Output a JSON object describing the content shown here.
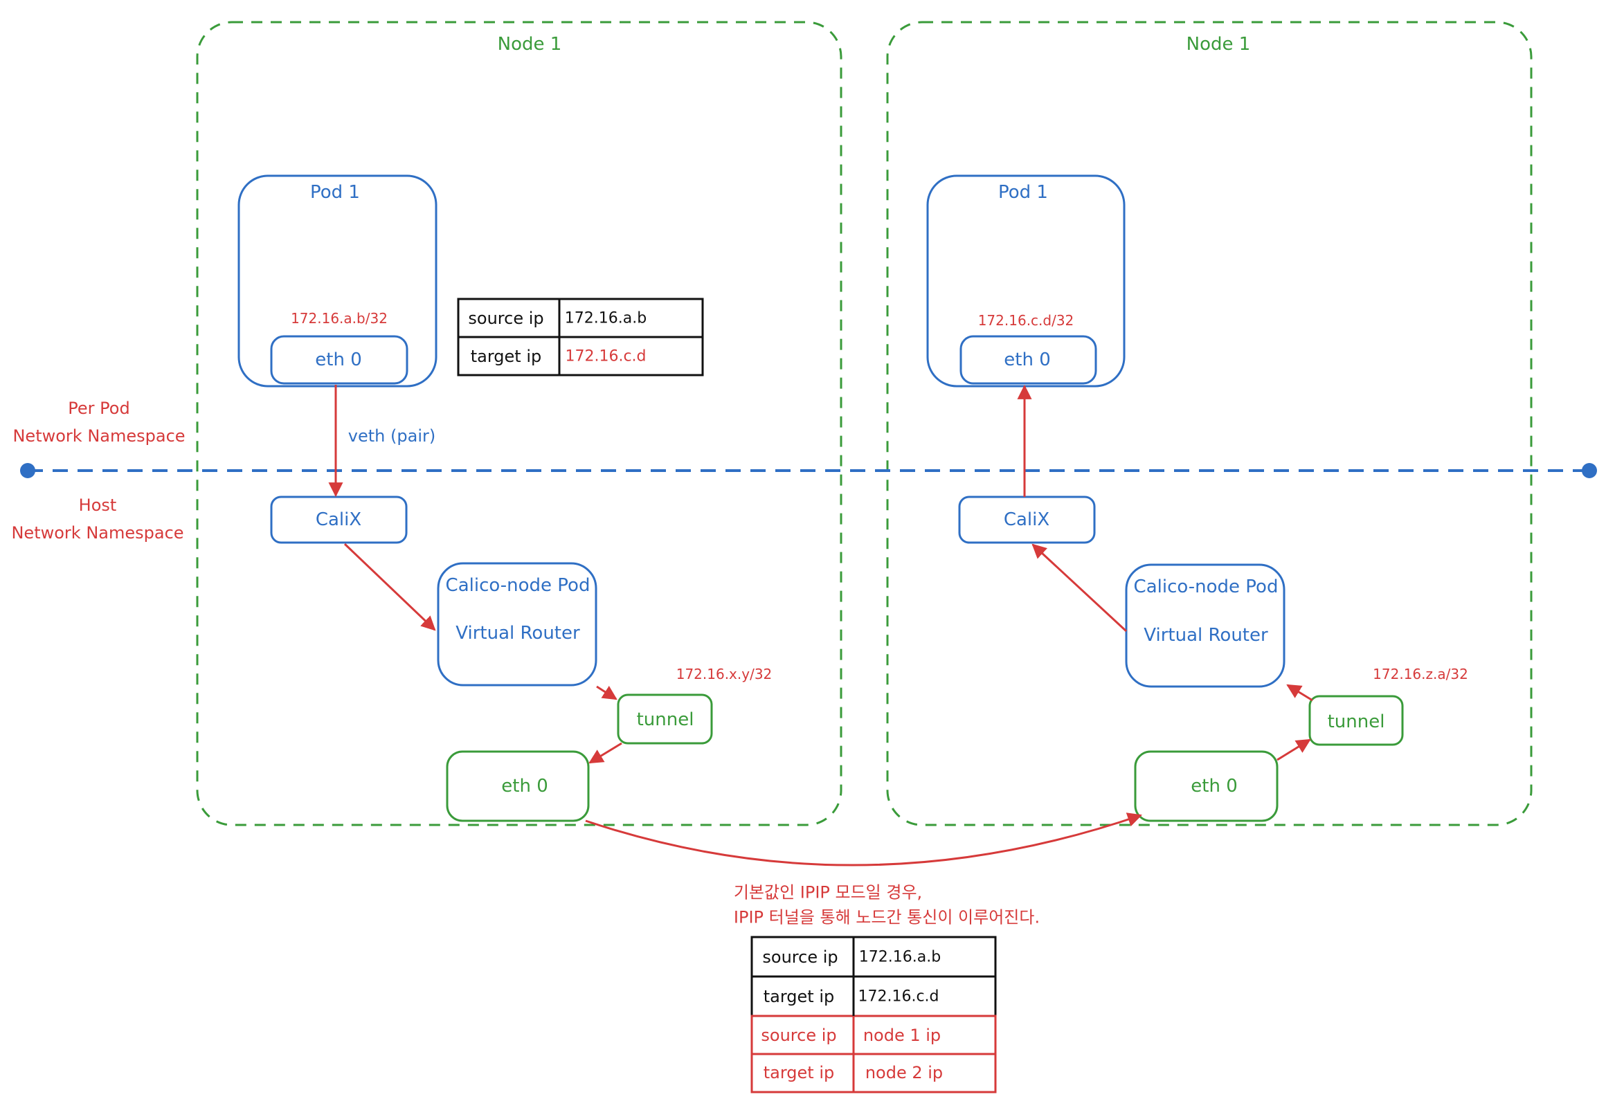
{
  "node_left": {
    "title": "Node 1"
  },
  "node_right": {
    "title": "Node 1"
  },
  "namespace_labels": {
    "per_pod_line1": "Per Pod",
    "per_pod_line2": "Network Namespace",
    "host_line1": "Host",
    "host_line2": "Network Namespace"
  },
  "left": {
    "pod_title": "Pod 1",
    "pod_ip": "172.16.a.b/32",
    "eth0": "eth 0",
    "veth": "veth (pair)",
    "calix": "CaliX",
    "calico_line1": "Calico-node Pod",
    "calico_line2": "Virtual Router",
    "tunnel_ip": "172.16.x.y/32",
    "tunnel": "tunnel",
    "host_eth0": "eth 0"
  },
  "right": {
    "pod_title": "Pod 1",
    "pod_ip": "172.16.c.d/32",
    "eth0": "eth 0",
    "calix": "CaliX",
    "calico_line1": "Calico-node Pod",
    "calico_line2": "Virtual Router",
    "tunnel_ip": "172.16.z.a/32",
    "tunnel": "tunnel",
    "host_eth0": "eth 0"
  },
  "packet_table_top": {
    "rows": [
      {
        "key": "source ip",
        "value": "172.16.a.b"
      },
      {
        "key": "target ip",
        "value": "172.16.c.d"
      }
    ]
  },
  "note": {
    "line1": "기본값인 IPIP 모드일 경우,",
    "line2": "IPIP 터널을 통해 노드간 통신이 이루어진다."
  },
  "packet_table_bottom": {
    "rows": [
      {
        "key": "source ip",
        "value": "172.16.a.b"
      },
      {
        "key": "target ip",
        "value": "172.16.c.d"
      },
      {
        "key": "source ip",
        "value": "node 1 ip"
      },
      {
        "key": "target ip",
        "value": "node 2 ip"
      }
    ]
  },
  "colors": {
    "blue": "#2f6fc4",
    "red": "#d63a3a",
    "green": "#3a9b3a",
    "black": "#111111"
  }
}
